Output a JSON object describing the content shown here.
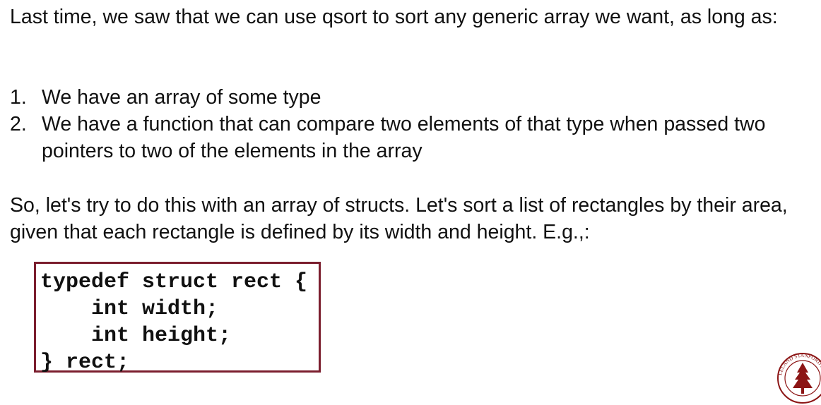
{
  "intro": "Last time, we saw that we can use qsort to sort any generic array we want, as long as:",
  "requirements": [
    {
      "num": "1.",
      "text": "We have an array of some type"
    },
    {
      "num": "2.",
      "text": "We have a function that can compare two elements of that type when passed two pointers to two of the elements in the array"
    }
  ],
  "outro": "So, let's try to do this with an array of structs. Let's sort a list of rectangles by their area, given that each rectangle is defined by its width and height. E.g.,:",
  "code": {
    "lines": [
      "typedef struct rect {",
      "    int width;",
      "    int height;",
      "} rect;"
    ]
  },
  "seal": {
    "icon": "stanford-seal-icon",
    "text": "LELAND STANFORD JUNIOR",
    "color": "#8c1515"
  },
  "colors": {
    "code_border": "#7b1e2e",
    "text": "#111111"
  }
}
